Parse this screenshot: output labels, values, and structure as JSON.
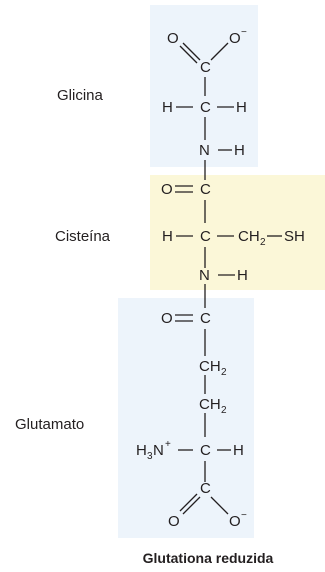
{
  "colors": {
    "glicina_bg": "#edf4fb",
    "cisteina_bg": "#fbf7d8",
    "glutamato_bg": "#edf4fb",
    "ink": "#231f20"
  },
  "regions": {
    "glicina": "Glicina",
    "cisteina": "Cisteína",
    "glutamato": "Glutamato"
  },
  "atoms": {
    "O": "O",
    "O_minus": "O",
    "minus": "−",
    "C": "C",
    "H": "H",
    "N": "N",
    "CH": "CH",
    "sub_2": "2",
    "SH": "SH",
    "NH3_H": "H",
    "NH3_3": "3",
    "NH3_N": "N",
    "plus": "+"
  },
  "caption": "Glutationa reduzida"
}
